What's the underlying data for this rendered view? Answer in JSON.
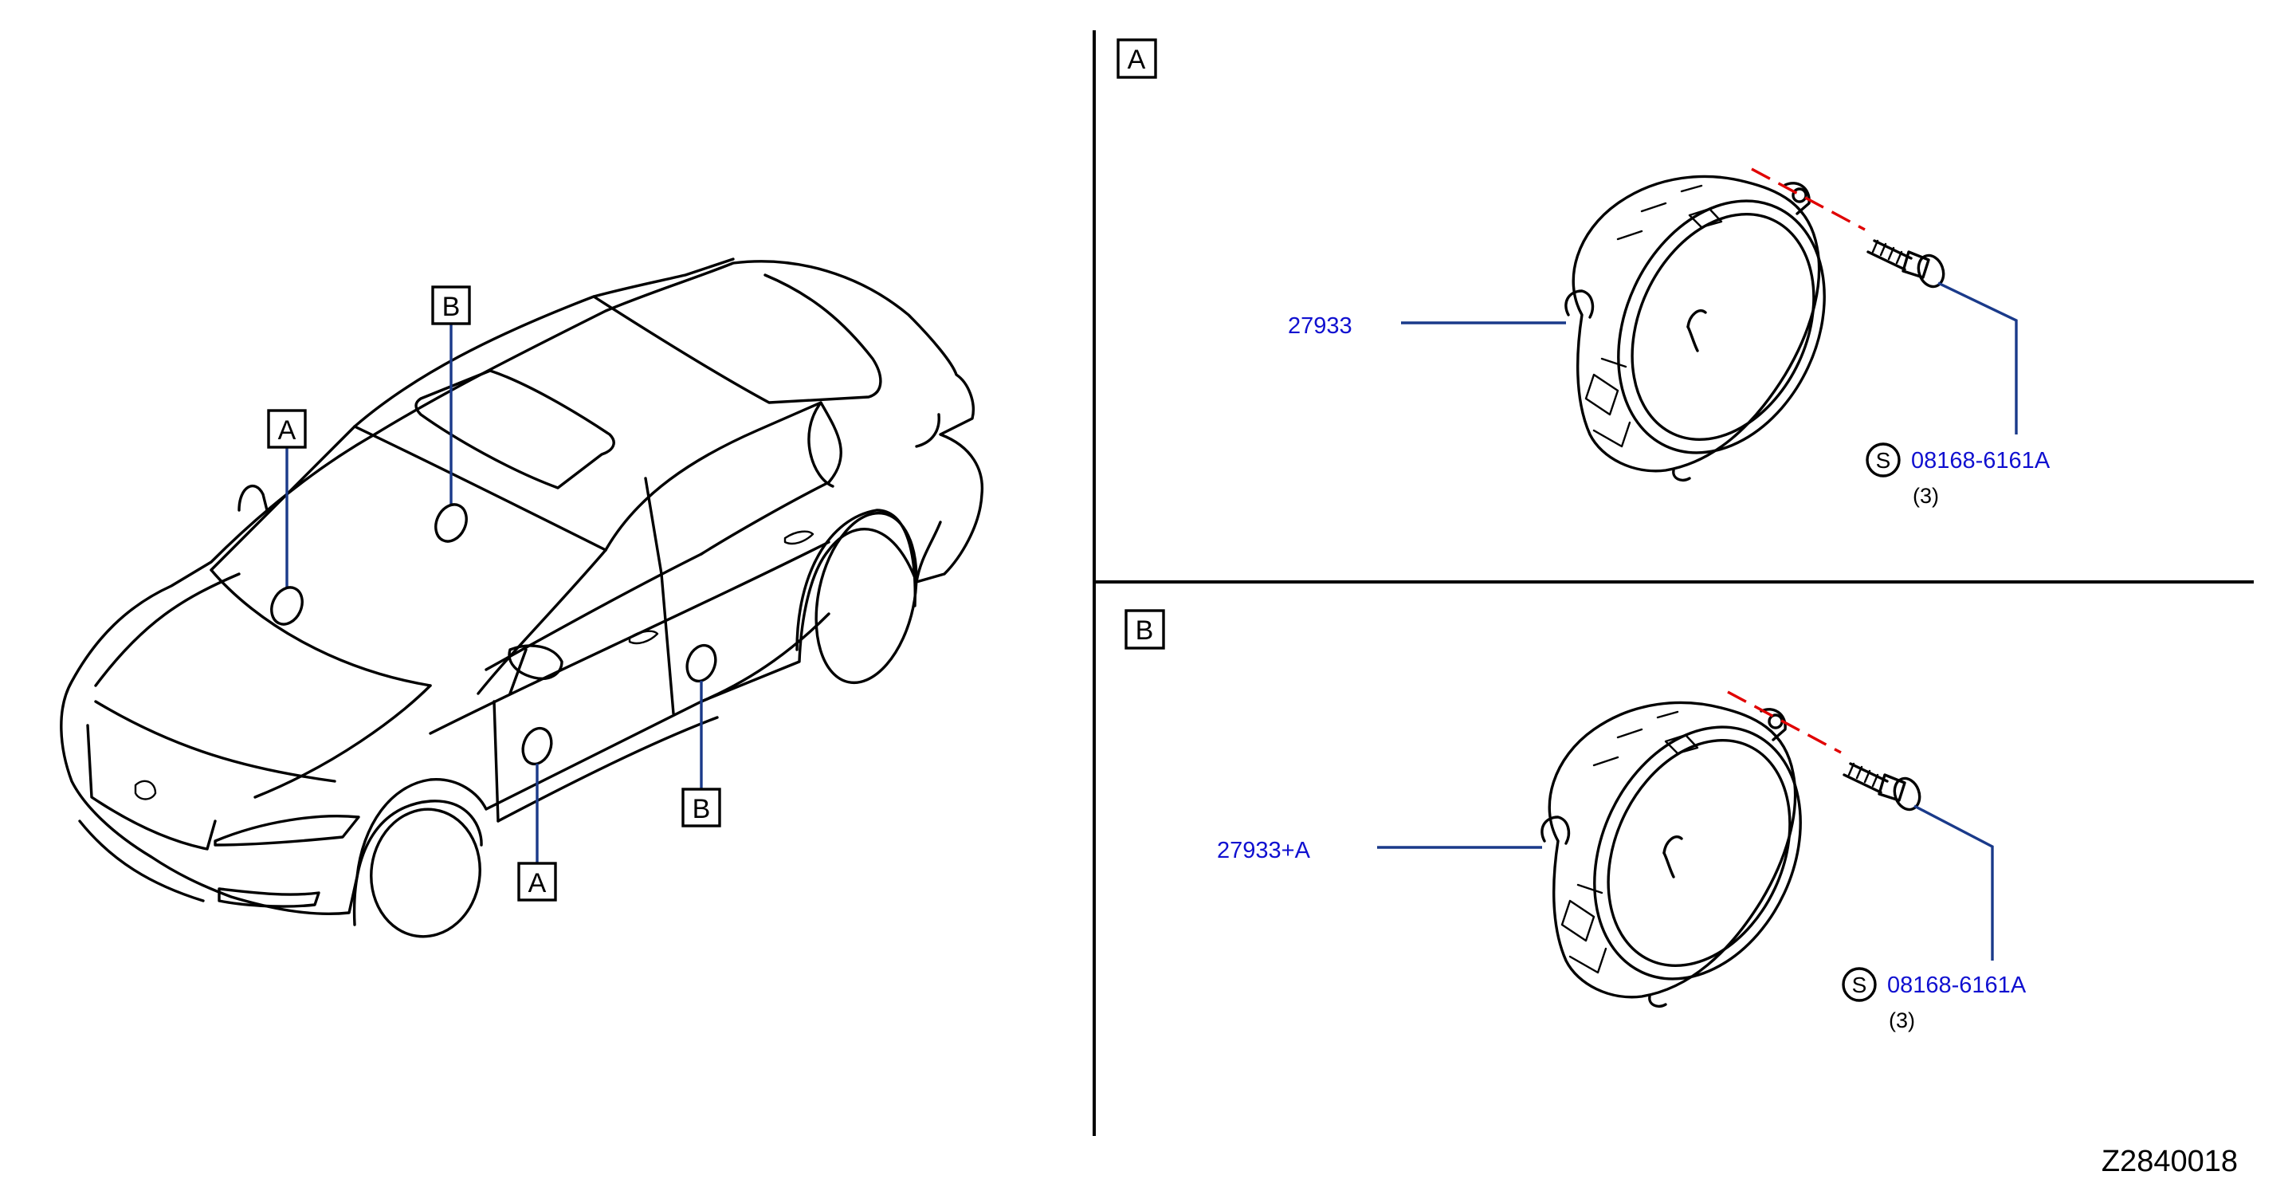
{
  "vehicle_callouts": [
    {
      "letter": "A"
    },
    {
      "letter": "B"
    },
    {
      "letter": "A"
    },
    {
      "letter": "B"
    }
  ],
  "panels": [
    {
      "id": "A",
      "part_number": "27933",
      "screw_symbol": "S",
      "screw_part_number": "08168-6161A",
      "screw_qty": "(3)"
    },
    {
      "id": "B",
      "part_number": "27933+A",
      "screw_symbol": "S",
      "screw_part_number": "08168-6161A",
      "screw_qty": "(3)"
    }
  ],
  "reference_code": "Z2840018",
  "colors": {
    "part_number_text": "#1010d0",
    "leader_line": "#1a3a8a",
    "dashed_alignment": "#e00000",
    "linework": "#000000"
  }
}
